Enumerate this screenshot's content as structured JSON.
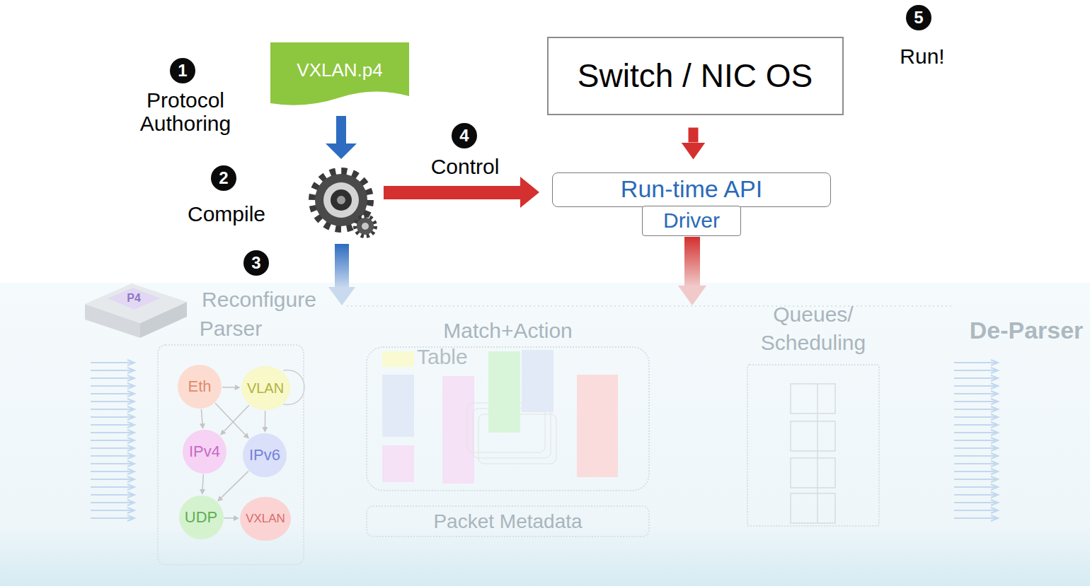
{
  "diagram": {
    "nodes": [
      {
        "text": [
          "VXLAN.p4"
        ]
      },
      {
        "text": [
          "Switch / NIC OS"
        ]
      },
      {
        "text": [
          "Run-time API"
        ]
      },
      {
        "text": [
          "Driver"
        ]
      },
      {
        "text": [
          "Parser"
        ]
      },
      {
        "text": [
          "Eth"
        ],
        "in": 4
      },
      {
        "text": [
          "VLAN"
        ],
        "in": 4
      },
      {
        "text": [
          "IPv4"
        ],
        "in": 4
      },
      {
        "text": [
          "IPv6"
        ],
        "in": 4
      },
      {
        "text": [
          "UDP"
        ],
        "in": 4
      },
      {
        "text": [
          "VXLAN"
        ],
        "in": 4
      },
      {
        "text": [
          "Match+Action",
          "Table"
        ]
      },
      {
        "text": [
          "Packet Metadata"
        ]
      },
      {
        "text": [
          "Queues/ Scheduling"
        ]
      }
    ],
    "edges": [
      {
        "from": 1,
        "to": 2,
        "arrow": "to"
      },
      {
        "from": 5,
        "to": 6,
        "arrow": "to"
      },
      {
        "from": 5,
        "to": 7,
        "arrow": "to"
      },
      {
        "from": 5,
        "to": 8,
        "arrow": "to"
      },
      {
        "from": 6,
        "to": 7,
        "arrow": "to"
      },
      {
        "from": 6,
        "to": 8,
        "arrow": "to"
      },
      {
        "from": 7,
        "to": 9,
        "arrow": "to"
      },
      {
        "from": 8,
        "to": 9,
        "arrow": "to"
      },
      {
        "from": 9,
        "to": 10,
        "arrow": "to"
      }
    ],
    "labels": [
      "1",
      "Protocol Authoring",
      "2",
      "Compile",
      "3",
      "Reconfigure",
      "4",
      "Control",
      "5",
      "Run!",
      "P4",
      "De-Parser"
    ]
  }
}
